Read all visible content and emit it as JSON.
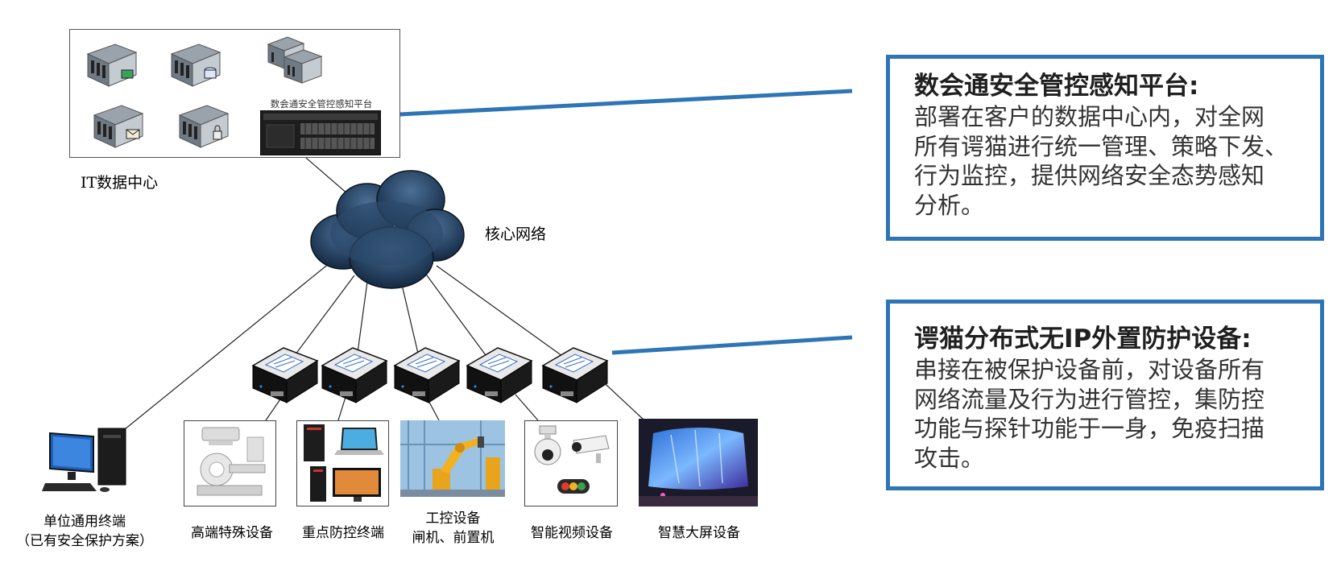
{
  "data_center": {
    "label": "IT数据中心",
    "platform_server_caption": "数会通安全管控感知平台",
    "icons": [
      "server-icon",
      "server-database-icon",
      "server-cluster-icon",
      "server-mail-icon",
      "server-lock-icon",
      "rack-server-icon"
    ]
  },
  "core_network": {
    "label": "核心网络",
    "icon": "cloud-icon"
  },
  "gateways": {
    "count_label": "",
    "icon": "network-guard-device-icon"
  },
  "endpoints": [
    {
      "id": "general-terminal",
      "label_lines": [
        "单位通用终端",
        "（已有安全保护方案）"
      ],
      "icon": "desktop-computer-icon"
    },
    {
      "id": "high-end-equipment",
      "label_lines": [
        "高端特殊设备"
      ],
      "icon": "medical-equipment-icon"
    },
    {
      "id": "key-terminals",
      "label_lines": [
        "重点防控终端"
      ],
      "icon": "terminals-icon"
    },
    {
      "id": "industrial-control",
      "label_lines": [
        "工控设备",
        "闸机、前置机"
      ],
      "icon": "industrial-robot-icon"
    },
    {
      "id": "video-devices",
      "label_lines": [
        "智能视频设备"
      ],
      "icon": "camera-icon"
    },
    {
      "id": "big-screen",
      "label_lines": [
        "智慧大屏设备"
      ],
      "icon": "led-screen-icon"
    }
  ],
  "callouts": [
    {
      "title": "数会通安全管控感知平台:",
      "body_lines": [
        "部署在客户的数据中心内，对全网",
        "所有谔猫进行统一管理、策略下发、",
        "行为监控，提供网络安全态势感知",
        "分析。"
      ]
    },
    {
      "title": "谔猫分布式无IP外置防护设备:",
      "body_lines": [
        "串接在被保护设备前，对设备所有",
        "网络流量及行为进行管控，集防控",
        "功能与探针功能于一身，免疫扫描",
        "攻击。"
      ]
    }
  ],
  "colors": {
    "accent": "#2e75b6",
    "cloud": "#1f3b5a",
    "line": "#222222"
  }
}
